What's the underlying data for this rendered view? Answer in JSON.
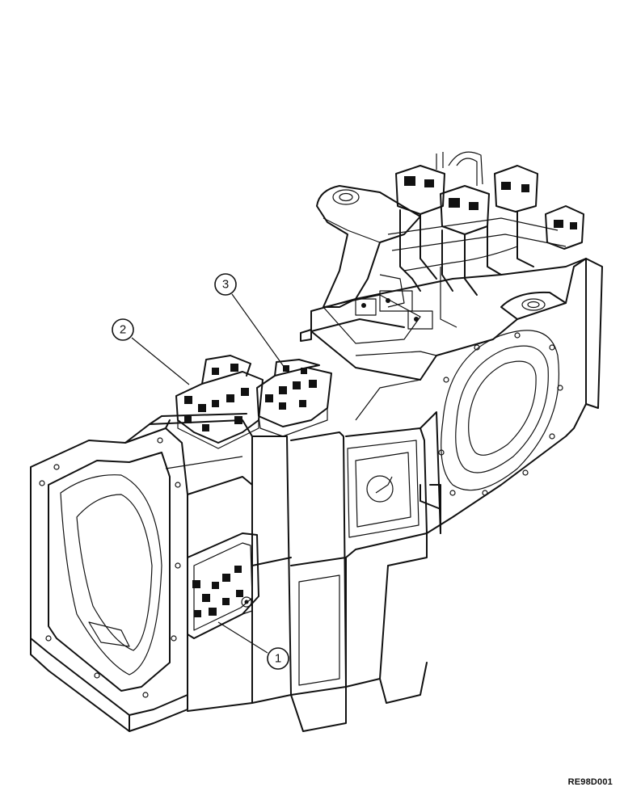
{
  "figure": {
    "callouts": [
      {
        "id": "1",
        "label": "1"
      },
      {
        "id": "2",
        "label": "2"
      },
      {
        "id": "3",
        "label": "3"
      }
    ],
    "reference_code": "RE98D001"
  }
}
